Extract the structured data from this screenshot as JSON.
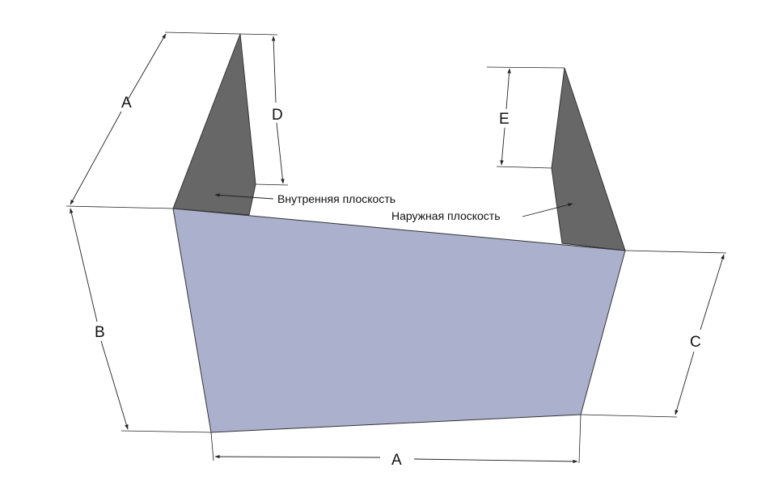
{
  "diagram": {
    "dimensions": {
      "a_top": "A",
      "d": "D",
      "e": "E",
      "b": "B",
      "c": "C",
      "a_bottom": "A"
    },
    "callouts": {
      "inner_plane": "Внутренняя плоскость",
      "outer_plane": "Наружная плоскость"
    },
    "colors": {
      "front_face": "#abb0cd",
      "side_face": "#676767",
      "lines": "#222222",
      "background": "#ffffff"
    }
  }
}
